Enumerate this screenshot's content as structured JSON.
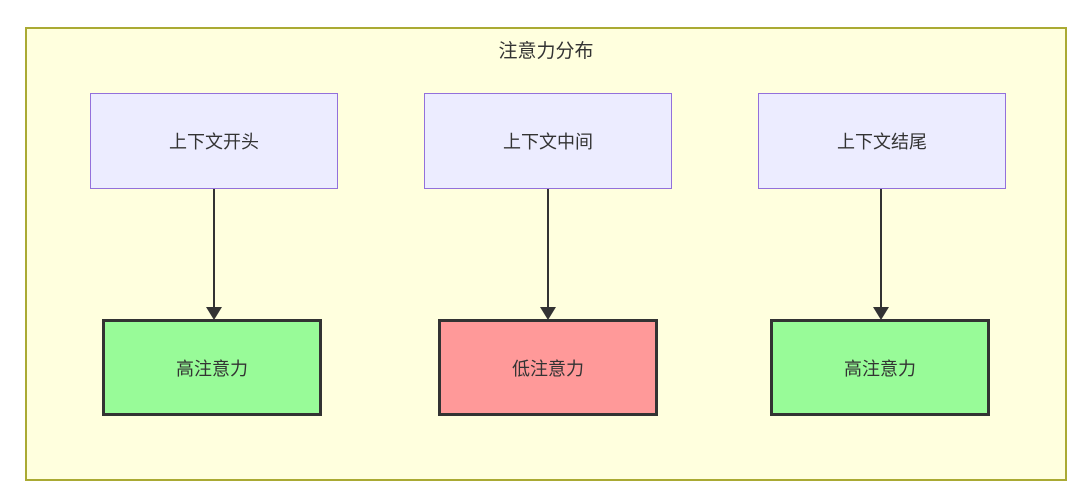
{
  "diagram": {
    "title": "注意力分布",
    "top_nodes": [
      {
        "label": "上下文开头"
      },
      {
        "label": "上下文中间"
      },
      {
        "label": "上下文结尾"
      }
    ],
    "bottom_nodes": [
      {
        "label": "高注意力",
        "level": "high"
      },
      {
        "label": "低注意力",
        "level": "low"
      },
      {
        "label": "高注意力",
        "level": "high"
      }
    ],
    "edges": [
      {
        "from": "上下文开头",
        "to": "高注意力"
      },
      {
        "from": "上下文中间",
        "to": "低注意力"
      },
      {
        "from": "上下文结尾",
        "to": "高注意力"
      }
    ],
    "colors": {
      "container_fill": "#ffffde",
      "container_border": "#aaaa33",
      "node_fill": "#ececff",
      "node_border": "#9370db",
      "high_fill": "#98fb98",
      "low_fill": "#ff9999",
      "result_border": "#333333",
      "arrow": "#333333",
      "text": "#333333"
    }
  }
}
